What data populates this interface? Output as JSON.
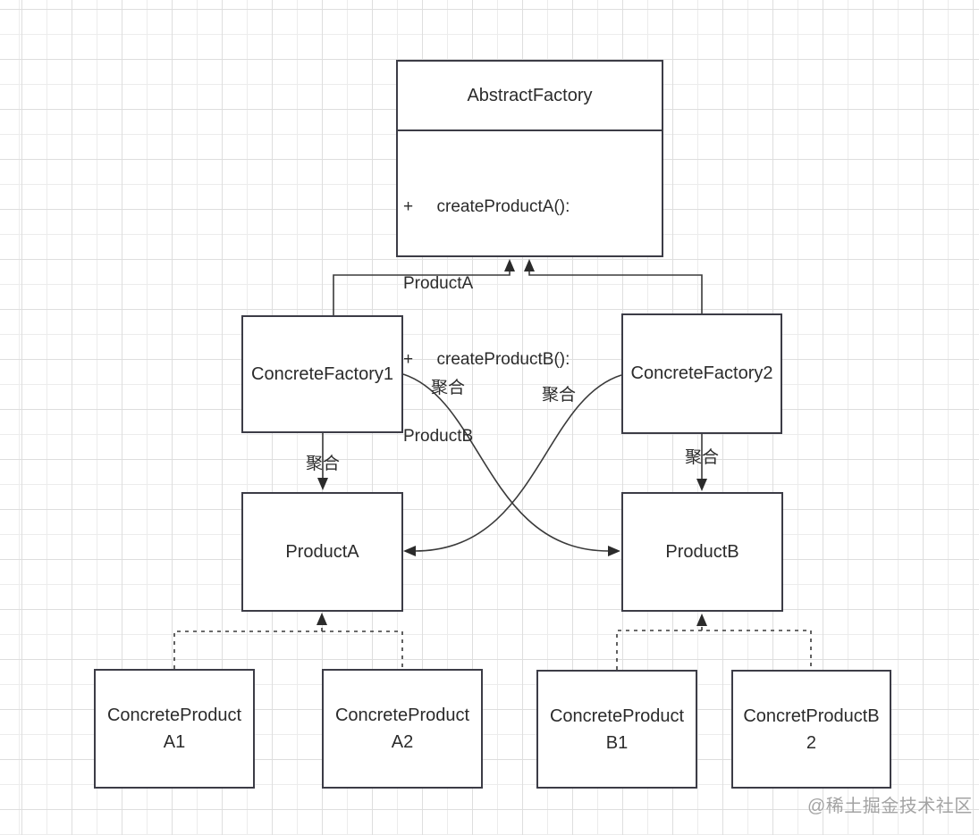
{
  "diagram": {
    "type": "uml-class-diagram",
    "pattern": "Abstract Factory",
    "nodes": {
      "abstract_factory": {
        "title": "AbstractFactory",
        "method_lines": [
          "+     createProductA():",
          "ProductA",
          "+     createProductB():",
          "ProductB"
        ]
      },
      "concrete_factory1": {
        "label": "ConcreteFactory1"
      },
      "concrete_factory2": {
        "label": "ConcreteFactory2"
      },
      "product_a": {
        "label": "ProductA"
      },
      "product_b": {
        "label": "ProductB"
      },
      "concrete_product_a1": {
        "lines": [
          "ConcreteProduct",
          "A1"
        ]
      },
      "concrete_product_a2": {
        "lines": [
          "ConcreteProduct",
          "A2"
        ]
      },
      "concrete_product_b1": {
        "lines": [
          "ConcreteProduct",
          "B1"
        ]
      },
      "concrete_product_b2": {
        "lines": [
          "ConcretProductB",
          "2"
        ]
      }
    },
    "edge_labels": {
      "aggregation_cf1_down": "聚合",
      "aggregation_cf2_down": "聚合",
      "aggregation_cf1_cross": "聚合",
      "aggregation_cf2_cross": "聚合"
    }
  },
  "watermark": {
    "text": "@稀土掘金技术社区"
  },
  "colors": {
    "background": "#ffffff",
    "grid_light": "#ececec",
    "grid_dark": "#dedede",
    "box_border": "#3c3c46",
    "connector": "#3a3a3a",
    "text": "#2b2b2b",
    "watermark": "#a3a3a3"
  }
}
